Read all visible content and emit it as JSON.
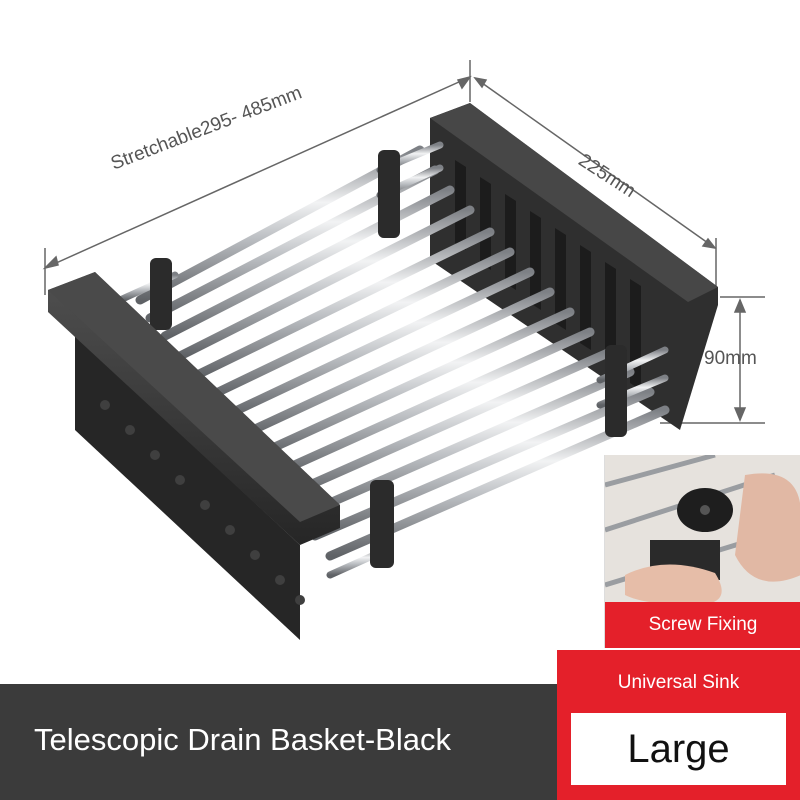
{
  "dimensions": {
    "stretch_label": "Stretchable295- 485mm",
    "depth_label": "225mm",
    "height_label": "90mm"
  },
  "inset": {
    "label": "Screw Fixing"
  },
  "footer": {
    "title": "Telescopic Drain Basket-Black",
    "compatibility": "Universal Sink",
    "size": "Large"
  },
  "colors": {
    "accent_red": "#e4202a",
    "footer_gray": "#3b3b3b",
    "basket_black": "#2e2e2e",
    "rod_steel": "#b9bcc0"
  }
}
